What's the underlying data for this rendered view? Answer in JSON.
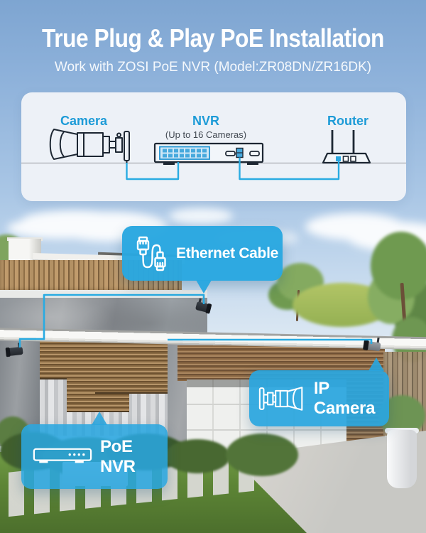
{
  "header": {
    "title": "True Plug & Play PoE Installation",
    "subtitle": "Work with ZOSI PoE NVR (Model:ZR08DN/ZR16DK)"
  },
  "diagram": {
    "camera": "Camera",
    "nvr": "NVR",
    "nvr_capacity": "(Up to 16 Cameras)",
    "router": "Router"
  },
  "callouts": {
    "ethernet_cable": "Ethernet Cable",
    "ip_camera": "IP Camera",
    "poe_nvr": "PoE NVR"
  },
  "colors": {
    "accent_blue": "#29A7E0",
    "cable_blue": "#29ABE2",
    "diagram_label_blue": "#1D9BD7",
    "panel_background": "#EDF1F7",
    "title_text": "#FFFFFF"
  },
  "icons": {
    "diagram": [
      "bullet-camera-icon",
      "nvr-ports-icon",
      "router-icon"
    ],
    "callouts": [
      "ethernet-cable-icon",
      "bullet-camera-outline-icon",
      "nvr-outline-icon"
    ]
  }
}
